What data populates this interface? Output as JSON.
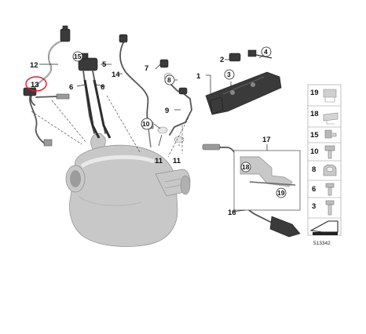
{
  "callouts": {
    "c1": "1",
    "c2": "2",
    "c3": "3",
    "c4": "4",
    "c5": "5",
    "c6a": "6",
    "c6b": "6",
    "c7": "7",
    "c8": "8",
    "c9": "9",
    "c10": "10",
    "c11a": "11",
    "c11b": "11",
    "c12": "12",
    "c13": "13",
    "c14": "14",
    "c15": "15",
    "c16": "16",
    "c17": "17",
    "c18": "18",
    "c19": "19"
  },
  "side_panel": {
    "items": [
      "19",
      "18",
      "15",
      "10",
      "8",
      "6",
      "3"
    ]
  },
  "reference_number": "513342",
  "colors": {
    "highlight": "#e0192b",
    "linework": "#222222",
    "filter_body": "#cfcfcf"
  }
}
